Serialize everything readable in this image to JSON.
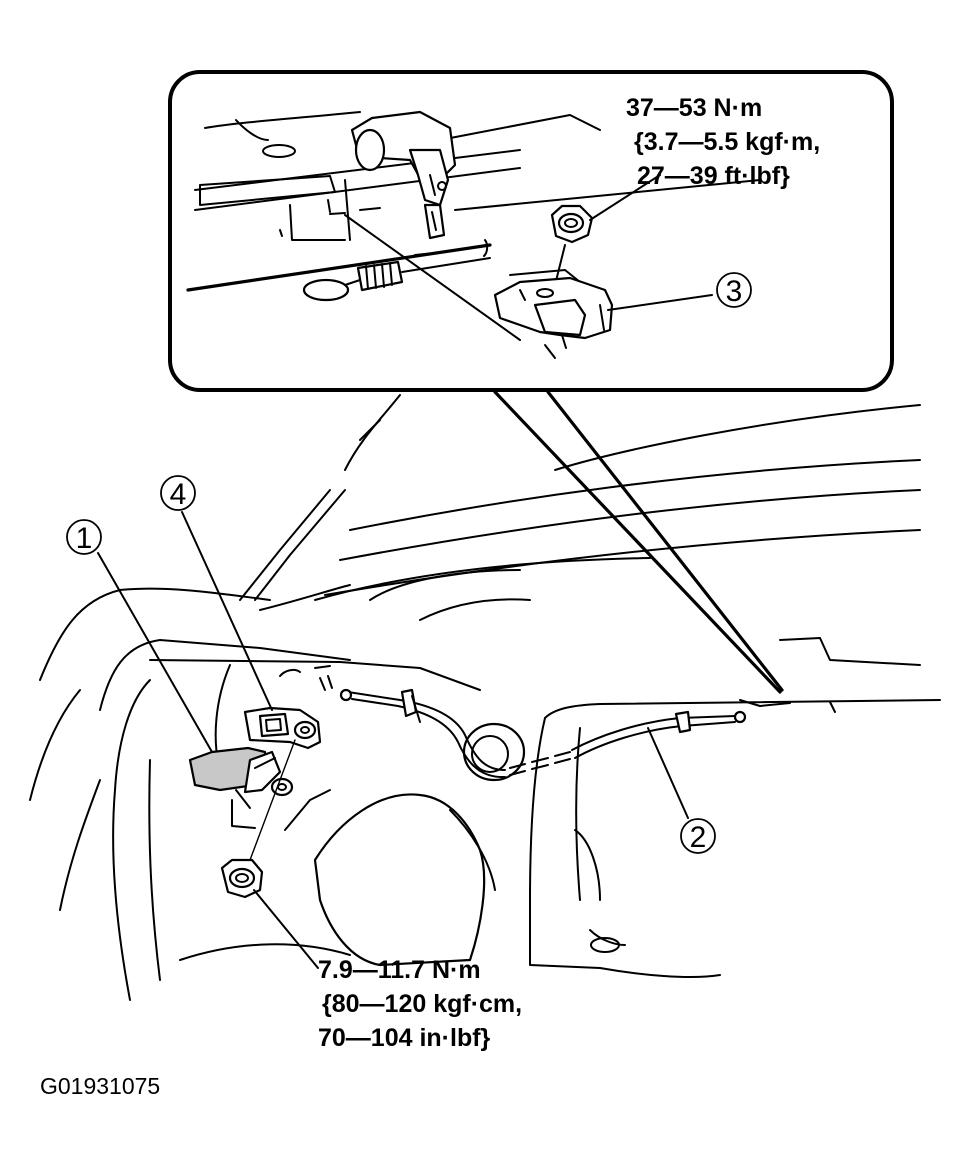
{
  "torque_upper": {
    "line1": "37—53 N·m",
    "line2": "{3.7—5.5 kgf·m,",
    "line3": "27—39 ft·lbf}"
  },
  "torque_lower": {
    "line1": "7.9—11.7 N·m",
    "line2": "{80—120 kgf·cm,",
    "line3": "70—104 in·lbf}"
  },
  "callouts": {
    "c1": "1",
    "c2": "2",
    "c3": "3",
    "c4": "4"
  },
  "figure_id": "G01931075"
}
